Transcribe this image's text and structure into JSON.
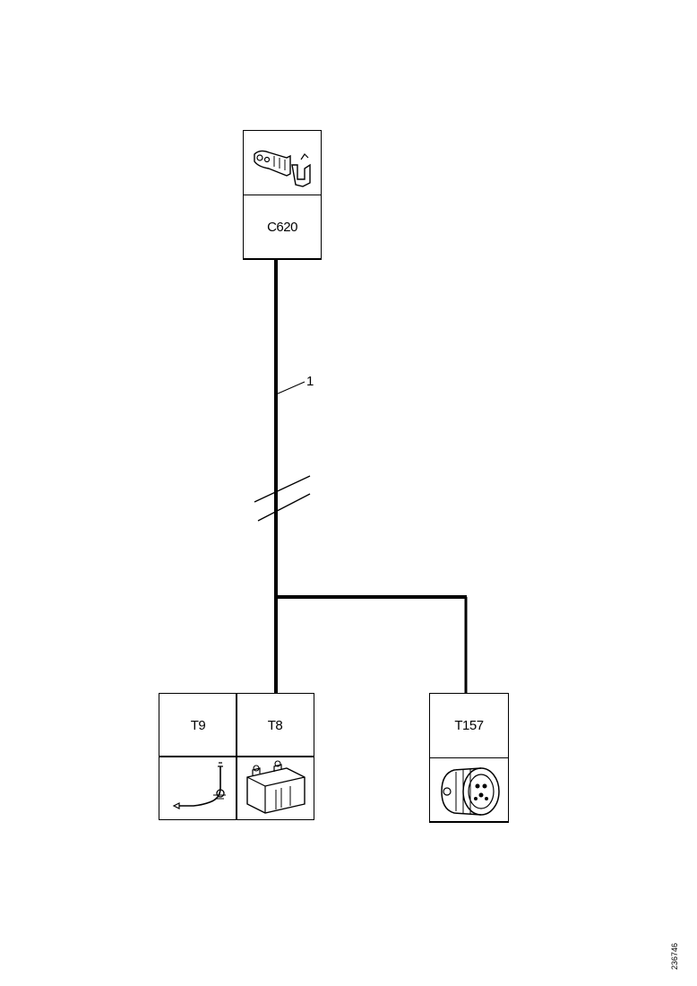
{
  "components": {
    "top_connector": {
      "label": "C620",
      "icon": "terminal-connector-icon"
    },
    "bottom_left_a": {
      "label": "T9",
      "icon": "ground-strap-icon"
    },
    "bottom_left_b": {
      "label": "T8",
      "icon": "battery-icon"
    },
    "bottom_right": {
      "label": "T157",
      "icon": "round-connector-icon"
    }
  },
  "wire": {
    "label": "1"
  },
  "figure_id": "236746"
}
